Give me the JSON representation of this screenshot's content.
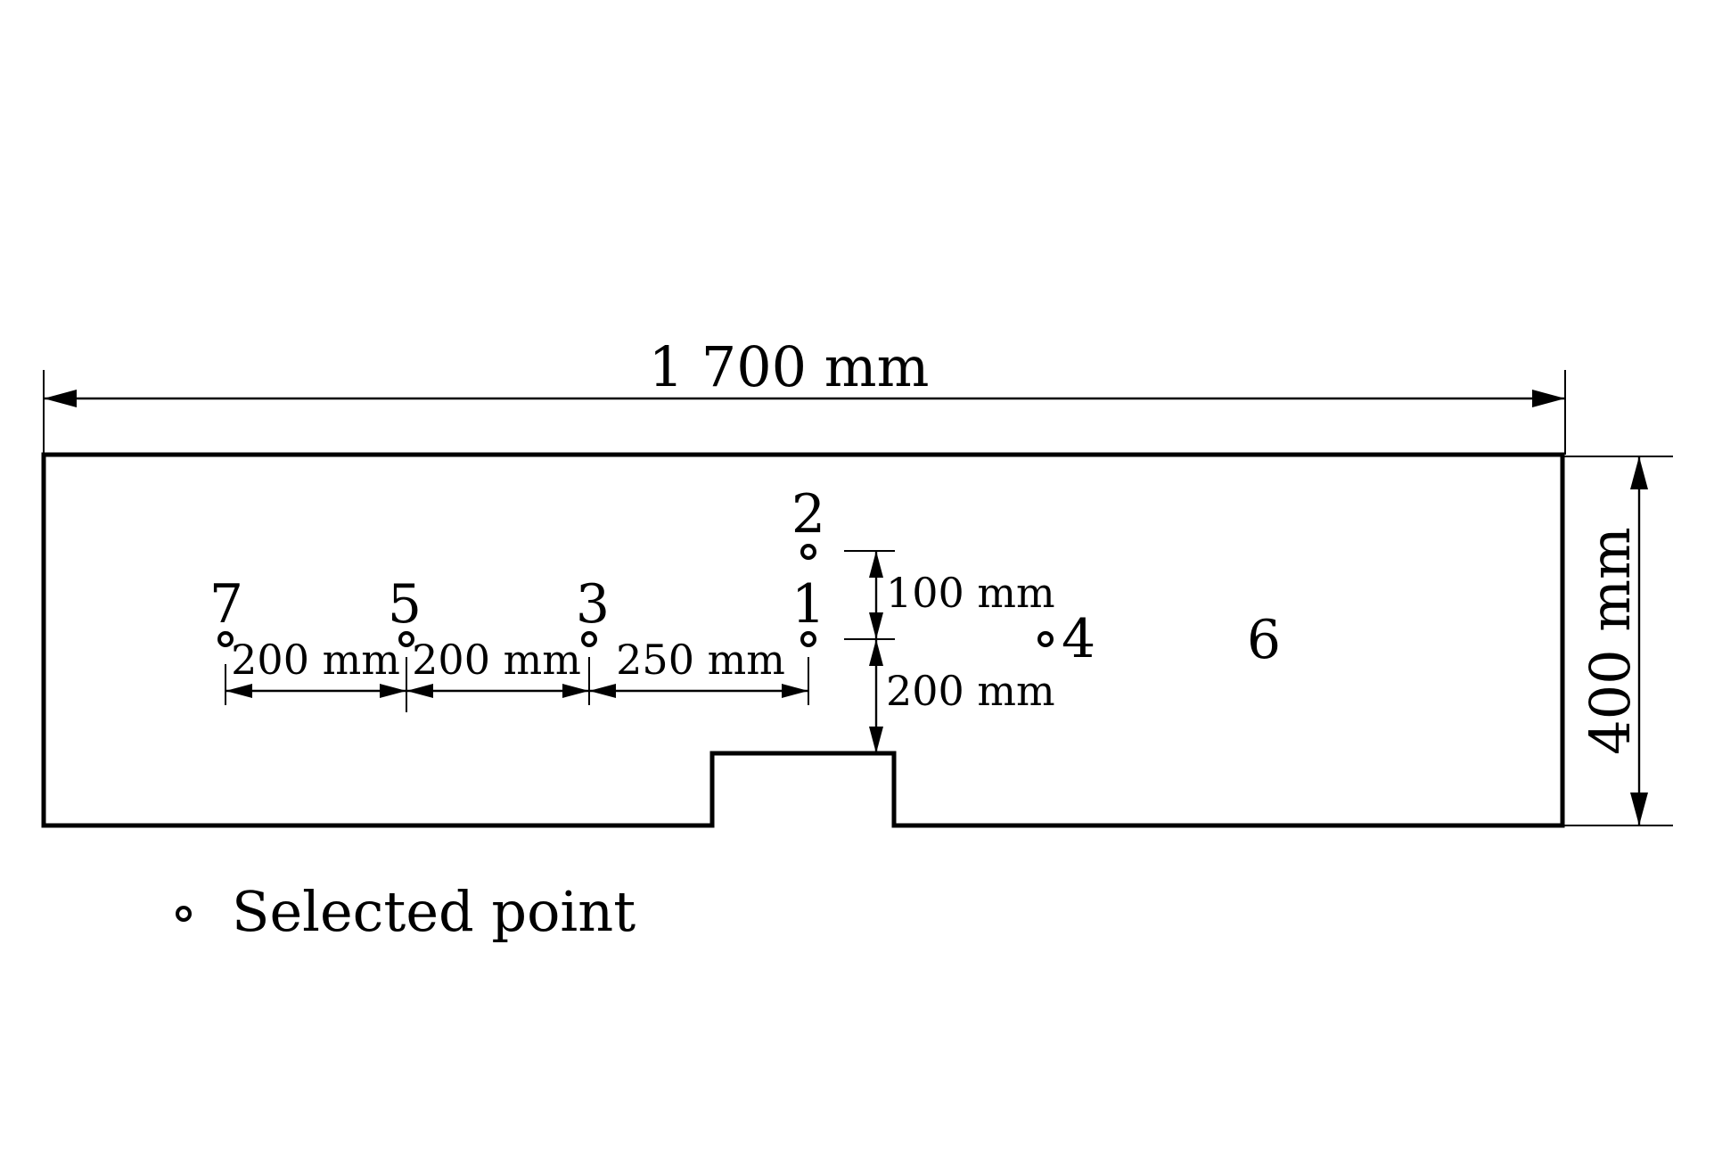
{
  "dimensions": {
    "overall_length": "1 700 mm",
    "overall_height": "400 mm",
    "vertical_upper": "100 mm",
    "vertical_lower": "200 mm",
    "spacing_7_5": "200 mm",
    "spacing_5_3": "200 mm",
    "spacing_3_1": "250 mm"
  },
  "points": [
    {
      "id": "1",
      "marker": true
    },
    {
      "id": "2",
      "marker": true
    },
    {
      "id": "3",
      "marker": true
    },
    {
      "id": "4",
      "marker": true
    },
    {
      "id": "5",
      "marker": true
    },
    {
      "id": "6",
      "marker": false
    },
    {
      "id": "7",
      "marker": true
    }
  ],
  "legend": {
    "label": "Selected point"
  }
}
